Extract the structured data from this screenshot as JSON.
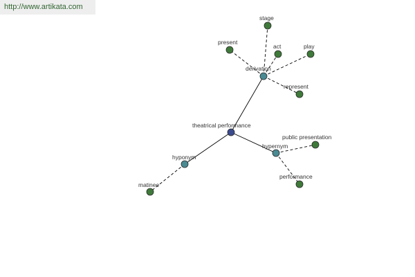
{
  "header": {
    "url_text": "http://www.artikata.com"
  },
  "colors": {
    "center_node": "#3b4a8c",
    "relation_node": "#4a8a93",
    "leaf_node": "#3f7a3a",
    "node_stroke": "#2a2a2a",
    "edge": "#000000",
    "label": "#333333",
    "url_text": "#336633",
    "url_bg": "#eeeeee"
  },
  "graph": {
    "nodes": [
      {
        "id": "theatrical-performance",
        "label": "theatrical performance",
        "kind": "center"
      },
      {
        "id": "derivation",
        "label": "derivation",
        "kind": "relation"
      },
      {
        "id": "hyponym",
        "label": "hyponym",
        "kind": "relation"
      },
      {
        "id": "hypernym",
        "label": "hypernym",
        "kind": "relation"
      },
      {
        "id": "stage",
        "label": "stage",
        "kind": "leaf"
      },
      {
        "id": "present",
        "label": "present",
        "kind": "leaf"
      },
      {
        "id": "act",
        "label": "act",
        "kind": "leaf"
      },
      {
        "id": "play",
        "label": "play",
        "kind": "leaf"
      },
      {
        "id": "represent",
        "label": "represent",
        "kind": "leaf"
      },
      {
        "id": "matinee",
        "label": "matinee",
        "kind": "leaf"
      },
      {
        "id": "public-presentation",
        "label": "public presentation",
        "kind": "leaf"
      },
      {
        "id": "performance",
        "label": "performance",
        "kind": "leaf"
      }
    ],
    "edges": [
      {
        "from": "theatrical-performance",
        "to": "derivation",
        "style": "solid"
      },
      {
        "from": "theatrical-performance",
        "to": "hyponym",
        "style": "solid"
      },
      {
        "from": "theatrical-performance",
        "to": "hypernym",
        "style": "solid"
      },
      {
        "from": "derivation",
        "to": "stage",
        "style": "dashed"
      },
      {
        "from": "derivation",
        "to": "present",
        "style": "dashed"
      },
      {
        "from": "derivation",
        "to": "act",
        "style": "dashed"
      },
      {
        "from": "derivation",
        "to": "play",
        "style": "dashed"
      },
      {
        "from": "derivation",
        "to": "represent",
        "style": "dashed"
      },
      {
        "from": "hyponym",
        "to": "matinee",
        "style": "dashed"
      },
      {
        "from": "hypernym",
        "to": "public-presentation",
        "style": "dashed"
      },
      {
        "from": "hypernym",
        "to": "performance",
        "style": "dashed"
      }
    ]
  }
}
